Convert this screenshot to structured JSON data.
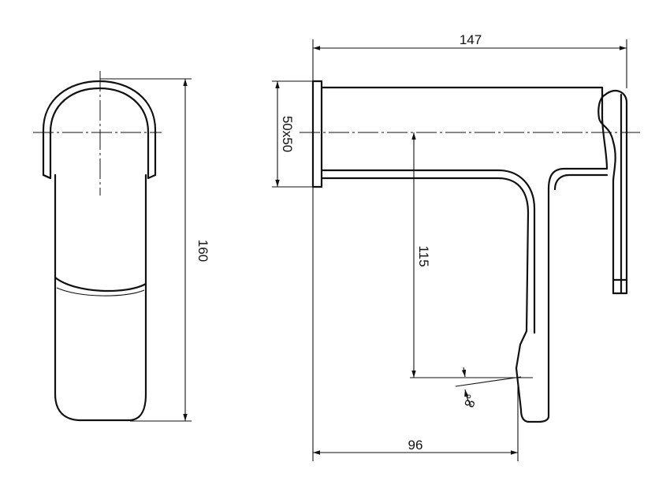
{
  "dimensions": {
    "height_label": "160",
    "projection_label": "147",
    "section_label": "50x50",
    "spout_height_label": "115",
    "reach_label": "96",
    "angle_label": "8°"
  },
  "colors": {
    "line": "#111111",
    "background": "#ffffff"
  }
}
